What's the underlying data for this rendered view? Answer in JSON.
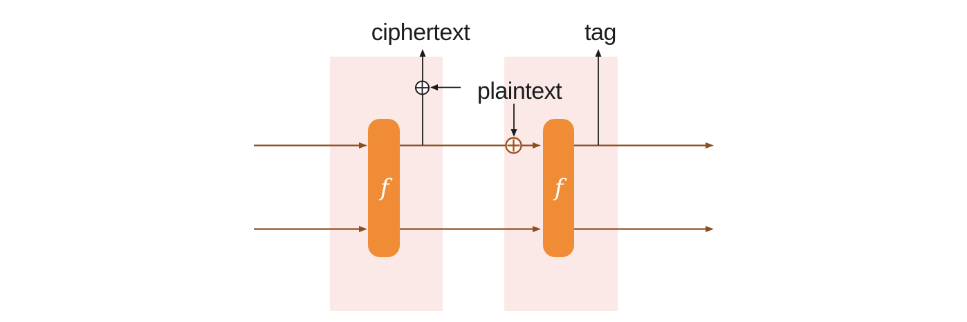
{
  "diagram": {
    "labels": {
      "ciphertext": "ciphertext",
      "tag": "tag",
      "plaintext": "plaintext"
    },
    "blocks": [
      {
        "label": "f"
      },
      {
        "label": "f"
      }
    ],
    "icons": {
      "xor_ciphertext": "xor-circled-plus-icon",
      "xor_plaintext": "xor-circled-plus-icon",
      "flow_arrows": "arrowhead-icon"
    },
    "colors": {
      "canvas_bg": "#ffffff",
      "phase_bg": "#fbe9e8",
      "block_fill": "#ef8c35",
      "block_label": "#ffffff",
      "flow_line": "#8e4d1d",
      "xor_accent": "#a5531e",
      "ink": "#1b1b1b"
    }
  }
}
